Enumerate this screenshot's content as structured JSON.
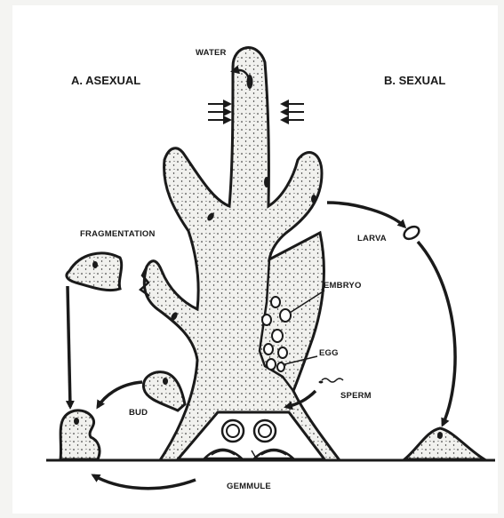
{
  "labels": {
    "asexual": "A. ASEXUAL",
    "sexual": "B. SEXUAL",
    "water": "WATER",
    "fragmentation": "FRAGMENTATION",
    "bud": "BUD",
    "gemmule": "GEMMULE",
    "larva": "LARVA",
    "embryo": "EMBRYO",
    "egg": "EGG",
    "sperm": "SPERM"
  },
  "colors": {
    "ink": "#1a1a1a",
    "body_fill": "#f1f1ee",
    "panel": "#ffffff",
    "background": "#f4f4f2"
  }
}
